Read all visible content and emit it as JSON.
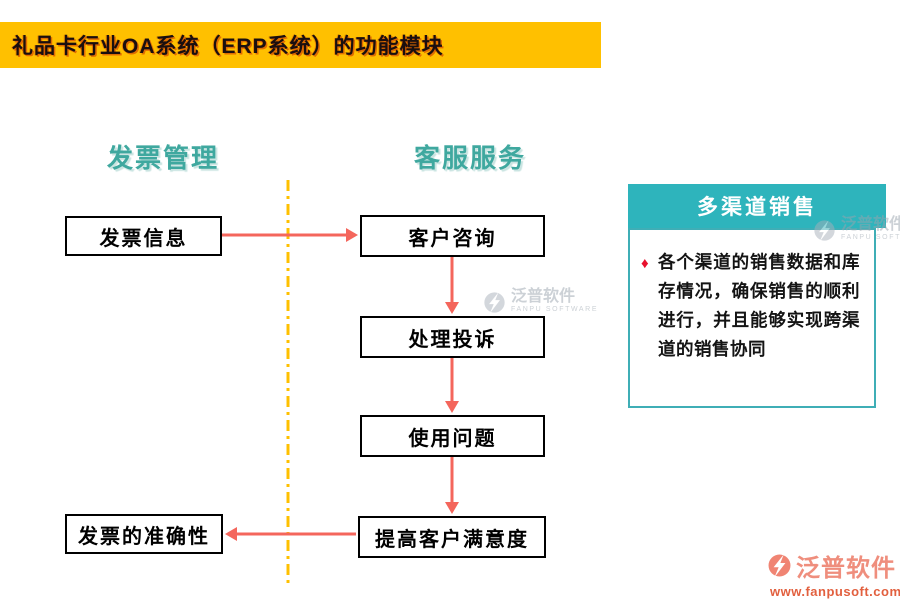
{
  "title": {
    "text": "礼品卡行业OA系统（ERP系统）的功能模块"
  },
  "columns": {
    "left": {
      "header": "发票管理",
      "boxes": [
        "发票信息",
        "发票的准确性"
      ]
    },
    "right": {
      "header": "客服服务",
      "boxes": [
        "客户咨询",
        "处理投诉",
        "使用问题",
        "提高客户满意度"
      ]
    }
  },
  "flow_edges": [
    [
      "发票信息",
      "客户咨询"
    ],
    [
      "客户咨询",
      "处理投诉"
    ],
    [
      "处理投诉",
      "使用问题"
    ],
    [
      "使用问题",
      "提高客户满意度"
    ],
    [
      "提高客户满意度",
      "发票的准确性"
    ]
  ],
  "panel": {
    "header": "多渠道销售",
    "bullet_mark": "♦",
    "bullet_text": "各个渠道的销售数据和库存情况，确保销售的顺利进行，并且能够实现跨渠道的销售协同"
  },
  "watermark": {
    "name": "泛普软件",
    "subtitle": "FANPU SOFTWARE"
  },
  "brand": {
    "name": "泛普软件",
    "url": "www.fanpusoft.com"
  },
  "colors": {
    "banner_bg": "#FFC000",
    "divider": "#FFC000",
    "arrow": "#F4665C",
    "panel_header_bg": "#2EB4BC",
    "panel_border": "#3FAEB6",
    "column_header": "#3FA89F",
    "bullet": "#E8112D",
    "brand_text": "#EF8E7D",
    "brand_url": "#E2603F"
  }
}
